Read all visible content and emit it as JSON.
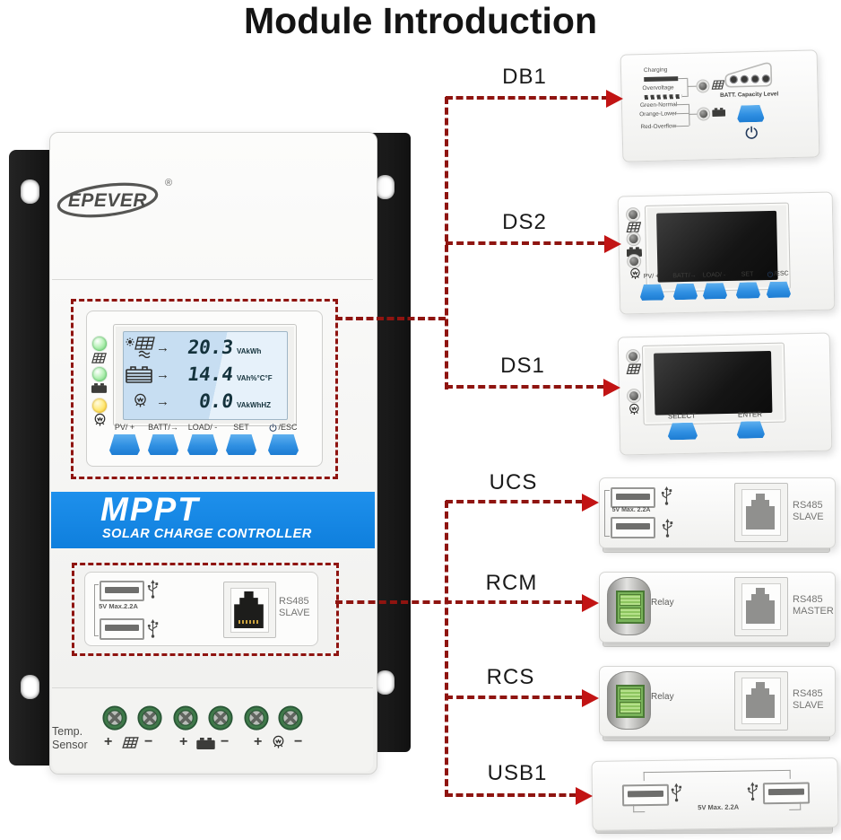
{
  "title": "Module Introduction",
  "colors": {
    "banner_blue": "#1688e8",
    "button_blue": "#2f97ea",
    "dashed_red": "#8f1410",
    "arrow_red": "#c21414"
  },
  "controller": {
    "brand": "EPEVER",
    "reg": "®",
    "display": {
      "arrow": "→",
      "rows": [
        {
          "value": "20.3",
          "unit": "VAkWh"
        },
        {
          "value": "14.4",
          "unit": "VAh%°C°F"
        },
        {
          "value": "0.0",
          "unit": "VAkWhHZ"
        }
      ]
    },
    "buttons": [
      "PV/ +",
      "BATT/→",
      "LOAD/ -",
      "SET"
    ],
    "esc_button": "/ESC",
    "banner": {
      "title": "MPPT",
      "subtitle": "SOLAR CHARGE CONTROLLER"
    },
    "usb": {
      "label": "5V  Max.2.2A",
      "rs485_1": "RS485",
      "rs485_2": "SLAVE"
    },
    "terminals": {
      "temp_1": "Temp.",
      "temp_2": "Sensor",
      "plus": "+",
      "minus": "−"
    }
  },
  "modules": {
    "db1": {
      "label": "DB1",
      "charging": "Charging",
      "overvoltage": "Overvoltage",
      "green_normal": "Green-Normal",
      "orange_lower": "Orange-Lower",
      "red_overflow": "Red-Overflow",
      "batt_capacity": "BATT. Capacity Level"
    },
    "ds2": {
      "label": "DS2",
      "buttons": [
        "PV/ +",
        "BATT/→",
        "LOAD/ -",
        "SET"
      ],
      "esc_button": "/ESC"
    },
    "ds1": {
      "label": "DS1",
      "select": "SELECT",
      "enter": "ENTER"
    },
    "ucs": {
      "label": "UCS",
      "usb_label": "5V  Max. 2.2A",
      "rs485_1": "RS485",
      "rs485_2": "SLAVE"
    },
    "rcm": {
      "label": "RCM",
      "relay": "Relay",
      "rs485_1": "RS485",
      "rs485_2": "MASTER"
    },
    "rcs": {
      "label": "RCS",
      "relay": "Relay",
      "rs485_1": "RS485",
      "rs485_2": "SLAVE"
    },
    "usb1": {
      "label": "USB1",
      "usb_label": "5V  Max. 2.2A"
    }
  }
}
